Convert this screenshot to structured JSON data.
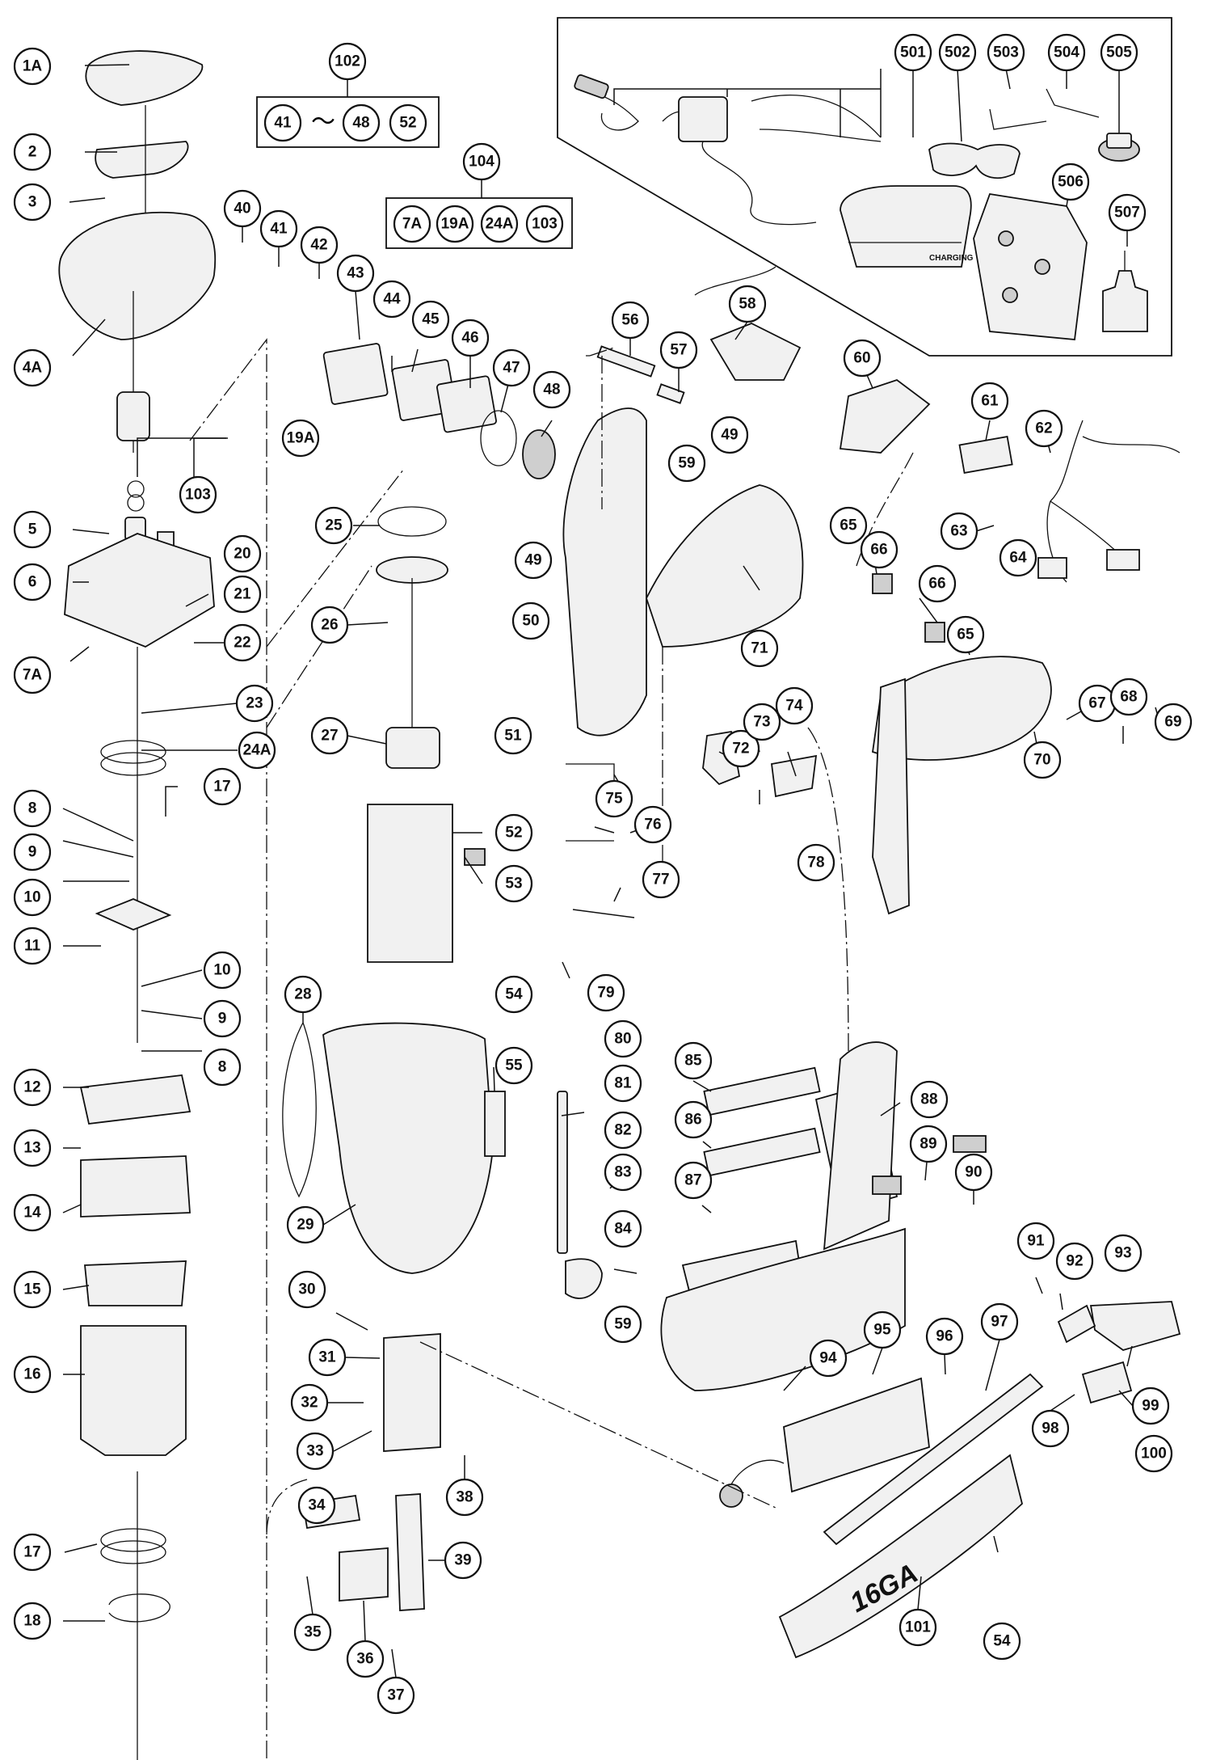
{
  "callouts": {
    "c1A": "1A",
    "c2": "2",
    "c3": "3",
    "c4A": "4A",
    "c5": "5",
    "c6": "6",
    "c7A": "7A",
    "c8": "8",
    "c9": "9",
    "c10": "10",
    "c11": "11",
    "c12": "12",
    "c13": "13",
    "c14": "14",
    "c15": "15",
    "c16": "16",
    "c17": "17",
    "c18": "18",
    "c19A": "19A",
    "c20": "20",
    "c21": "21",
    "c22": "22",
    "c23": "23",
    "c24A": "24A",
    "c25": "25",
    "c26": "26",
    "c27": "27",
    "c28": "28",
    "c29": "29",
    "c30": "30",
    "c31": "31",
    "c32": "32",
    "c33": "33",
    "c34": "34",
    "c35": "35",
    "c36": "36",
    "c37": "37",
    "c38": "38",
    "c39": "39",
    "c40": "40",
    "c41": "41",
    "c42": "42",
    "c43": "43",
    "c44": "44",
    "c45": "45",
    "c46": "46",
    "c47": "47",
    "c48": "48",
    "c49": "49",
    "c50": "50",
    "c51": "51",
    "c52": "52",
    "c53": "53",
    "c54": "54",
    "c55": "55",
    "c56": "56",
    "c57": "57",
    "c58": "58",
    "c59": "59",
    "c60": "60",
    "c61": "61",
    "c62": "62",
    "c63": "63",
    "c64": "64",
    "c65": "65",
    "c66": "66",
    "c67": "67",
    "c68": "68",
    "c69": "69",
    "c70": "70",
    "c71": "71",
    "c72": "72",
    "c73": "73",
    "c74": "74",
    "c75": "75",
    "c76": "76",
    "c77": "77",
    "c78": "78",
    "c79": "79",
    "c80": "80",
    "c81": "81",
    "c82": "82",
    "c83": "83",
    "c84": "84",
    "c85": "85",
    "c86": "86",
    "c87": "87",
    "c88": "88",
    "c89": "89",
    "c90": "90",
    "c91": "91",
    "c92": "92",
    "c93": "93",
    "c94": "94",
    "c95": "95",
    "c96": "96",
    "c97": "97",
    "c98": "98",
    "c99": "99",
    "c100": "100",
    "c101": "101",
    "c102": "102",
    "c103": "103",
    "c104": "104",
    "c501": "501",
    "c502": "502",
    "c503": "503",
    "c504": "504",
    "c505": "505",
    "c506": "506",
    "c507": "507"
  },
  "kits": {
    "kit102": {
      "start": "41",
      "tilde": "〜",
      "end": "48",
      "extra": "52"
    },
    "kit104": {
      "items": [
        "7A",
        "19A",
        "24A",
        "103"
      ]
    }
  },
  "product_marks": {
    "magazine": "16GA",
    "charger": "CHARGING"
  }
}
